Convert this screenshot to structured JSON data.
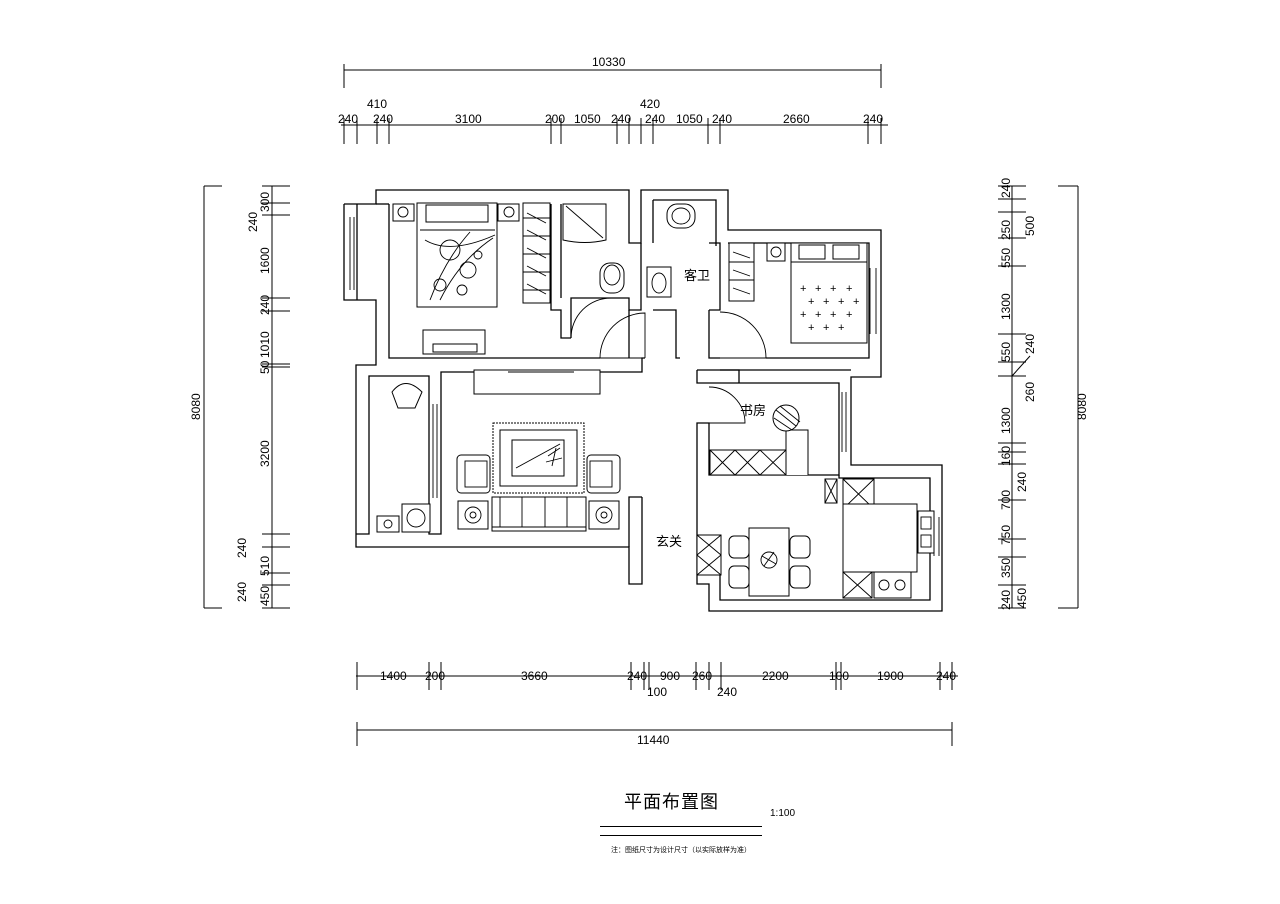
{
  "dimensions": {
    "top_overall": "10330",
    "top_upper": [
      "410",
      "420"
    ],
    "top_segments": [
      "240",
      "240",
      "3100",
      "200",
      "1050",
      "240",
      "240",
      "1050",
      "240",
      "2660",
      "240"
    ],
    "bottom_segments": [
      "1400",
      "200",
      "3660",
      "240",
      "900",
      "260",
      "2200",
      "100",
      "1900",
      "240"
    ],
    "bottom_lower": [
      "100",
      "240"
    ],
    "bottom_overall": "11440",
    "left_overall": "8080",
    "left_segments": [
      "300",
      "240",
      "1600",
      "240",
      "1010",
      "50",
      "3200",
      "240",
      "510",
      "240",
      "450"
    ],
    "right_overall": "8080",
    "right_segments": [
      "240",
      "500",
      "250",
      "550",
      "1300",
      "240",
      "550",
      "260",
      "1300",
      "160",
      "240",
      "700",
      "750",
      "350",
      "240",
      "450"
    ]
  },
  "rooms": {
    "guest_bath": "客卫",
    "study": "书房",
    "entrance": "玄关"
  },
  "title": "平面布置图",
  "scale": "1:100",
  "note": "注：图纸尺寸为设计尺寸（以实际放样为准）"
}
